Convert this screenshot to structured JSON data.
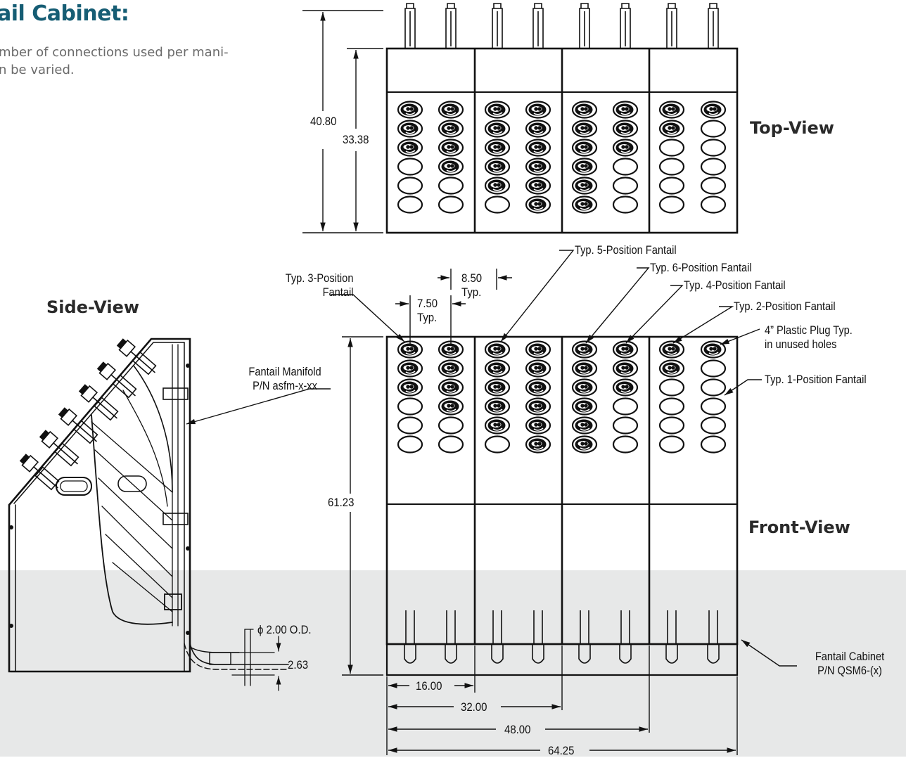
{
  "heading": {
    "title": "ail Cabinet:",
    "intro_line1": "mber of connections used per mani-",
    "intro_line2": "n be varied."
  },
  "views": {
    "top": "Top-View",
    "side": "Side-View",
    "front": "Front-View"
  },
  "callouts": {
    "fantail_3_line1": "Typ. 3-Position",
    "fantail_3_line2": "Fantail",
    "fantail_5": "Typ. 5-Position Fantail",
    "fantail_6": "Typ. 6-Position Fantail",
    "fantail_4": "Typ. 4-Position Fantail",
    "fantail_2": "Typ. 2-Position Fantail",
    "plug_line1": "4” Plastic Plug Typ.",
    "plug_line2": "in unused holes",
    "fantail_1": "Typ. 1-Position Fantail",
    "manifold_line1": "Fantail Manifold",
    "manifold_line2": "P/N asfm-x-xx",
    "cabinet_line1": "Fantail Cabinet",
    "cabinet_line2": "P/N QSM6-(x)"
  },
  "dimensions": {
    "top_overall": "40.80",
    "top_body": "33.38",
    "pitch_x": "7.50",
    "pitch_x_typ": "Typ.",
    "pitch_y": "8.50",
    "pitch_y_typ": "Typ.",
    "front_height": "61.23",
    "pipe_od": "ϕ  2.00 O.D.",
    "pipe_offset": "2.63",
    "width_1": "16.00",
    "width_2": "32.00",
    "width_3": "48.00",
    "width_total": "64.25"
  },
  "colors": {
    "heading": "#165d74",
    "band": "#e7e8e8",
    "line": "#1a1a1a"
  },
  "layout_pattern": {
    "note": "filled hole counts per column (top row first), 6 holes per column",
    "top_view_columns": [
      3,
      4,
      5,
      6,
      6,
      3,
      2,
      1
    ],
    "front_view_columns": [
      3,
      4,
      5,
      6,
      6,
      3,
      2,
      1
    ]
  }
}
